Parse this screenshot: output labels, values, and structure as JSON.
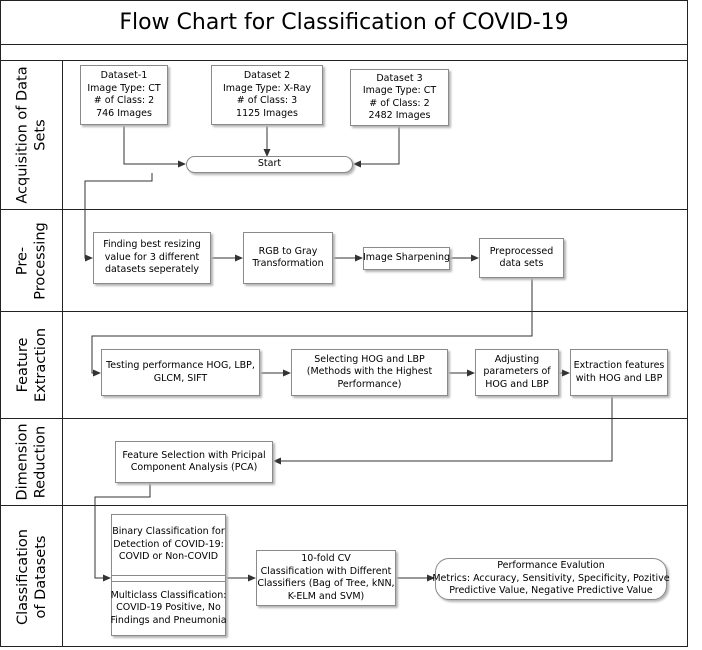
{
  "title": "Flow Chart for Classification of COVID-19",
  "lanes": [
    {
      "label": "Acquisition of Data\nSets"
    },
    {
      "label": "Pre-\nProcessing"
    },
    {
      "label": "Feature\nExtraction"
    },
    {
      "label": "Dimension\nReduction"
    },
    {
      "label": "Classification\nof Datasets"
    }
  ],
  "nodes": {
    "dataset1": "Dataset-1\nImage Type: CT\n# of Class: 2\n746 Images",
    "dataset2": "Dataset 2\nImage Type: X-Ray\n# of Class: 3\n1125 Images",
    "dataset3": "Dataset 3\nImage Type: CT\n# of Class: 2\n2482 Images",
    "start": "Start",
    "resizing": "Finding best resizing\nvalue for 3 different\ndatasets seperately",
    "rgb_gray": "RGB to Gray\nTransformation",
    "sharpening": "Image Sharpening",
    "preprocessed": "Preprocessed\ndata sets",
    "testing": "Testing performance HOG, LBP,\nGLCM, SIFT",
    "selecting": "Selecting HOG and LBP\n(Methods with the Highest\nPerformance)",
    "adjusting": "Adjusting\nparameters of\nHOG and LBP",
    "extraction": "Extraction features\nwith HOG and LBP",
    "pca": "Feature Selection with Pricipal\nComponent Analysis (PCA)",
    "binary": "Binary Classification for\nDetection of COVID-19:\nCOVID or Non-COVID",
    "multiclass": "Multiclass Classification:\nCOVID-19 Positive, No\nFindings and Pneumonia",
    "cv": "10-fold CV\nClassification with Different\nClassifiers (Bag of Tree, kNN,\nK-ELM and SVM)",
    "performance_title": "Performance Evalution",
    "performance_metrics": "Metrics: Accuracy, Sensitivity, Specificity, Pozitive\nPredictive Value, Negative Predictive Value"
  }
}
